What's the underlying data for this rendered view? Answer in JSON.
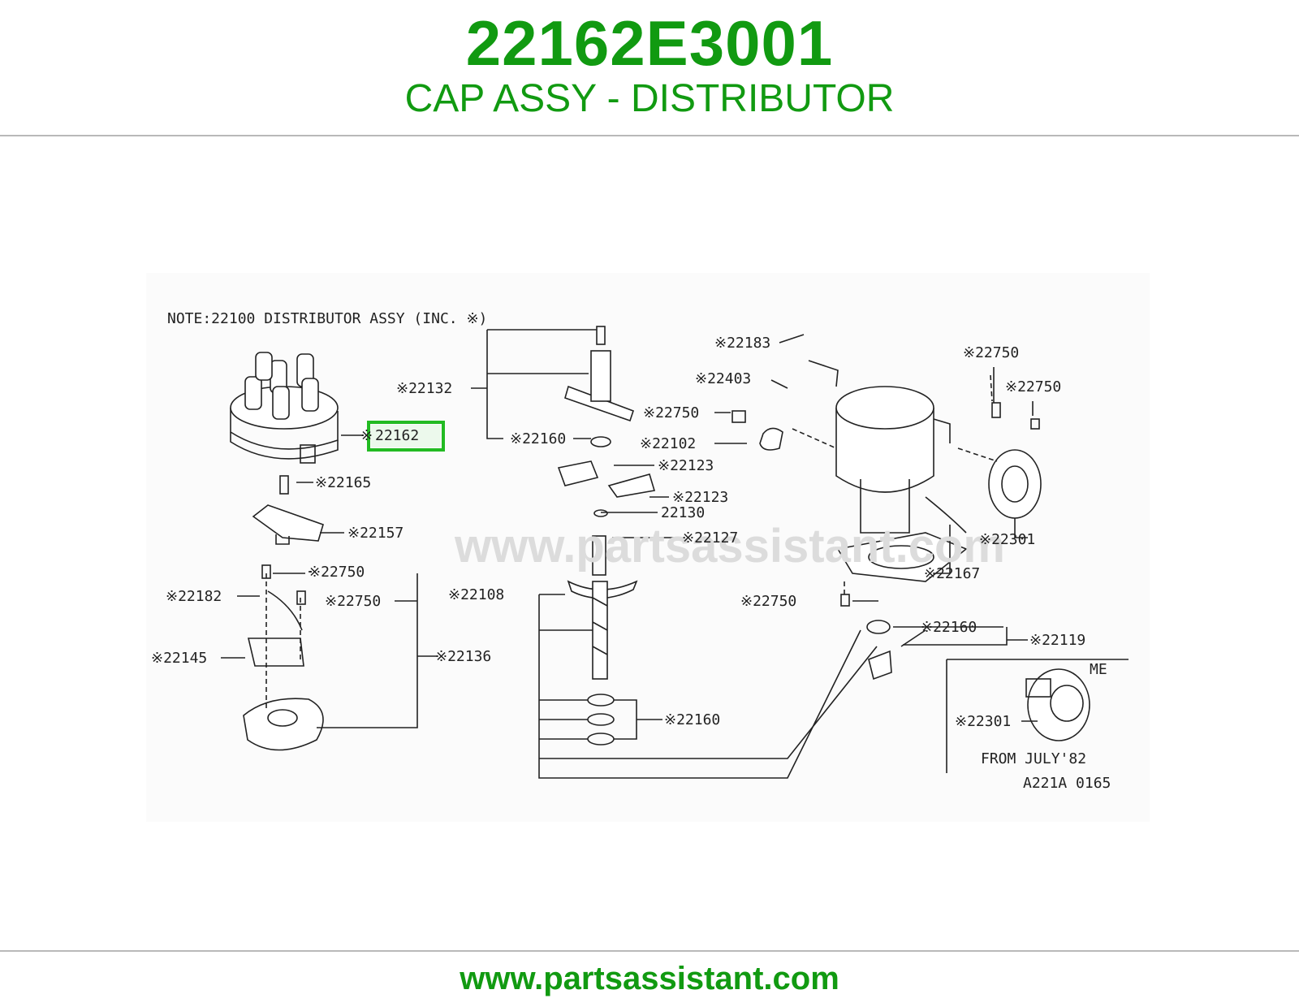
{
  "header": {
    "part_number": "22162E3001",
    "part_name": "CAP ASSY - DISTRIBUTOR"
  },
  "diagram": {
    "note": "NOTE:22100 DISTRIBUTOR ASSY (INC. ※)",
    "highlighted_part": "22162",
    "highlight_color": "#22bb22",
    "watermark": "www.partsassistant.com",
    "reference_code": "A221A 0165",
    "inset_label": "ME",
    "inset_caption": "FROM JULY'82",
    "callouts": {
      "c22162_mark": "※",
      "c22165": "※22165",
      "c22157": "※22157",
      "c22132": "※22132",
      "c22160_a": "※22160",
      "c22183": "※22183",
      "c22403": "※22403",
      "c22750_a": "※22750",
      "c22102": "※22102",
      "c22750_b": "※22750",
      "c22750_c": "※22750",
      "c22123_a": "※22123",
      "c22123_b": "※22123",
      "c22130": "22130",
      "c22127": "※22127",
      "c22301_a": "※22301",
      "c22167": "※22167",
      "c22108": "※22108",
      "c22750_d": "※22750",
      "c22750_e": "※22750",
      "c22182": "※22182",
      "c22750_f": "※22750",
      "c22145": "※22145",
      "c22136": "※22136",
      "c22160_b": "※22160",
      "c22119": "※22119",
      "c22160_c": "※22160",
      "c22301_b": "※22301"
    }
  },
  "footer": {
    "url": "www.partsassistant.com"
  }
}
